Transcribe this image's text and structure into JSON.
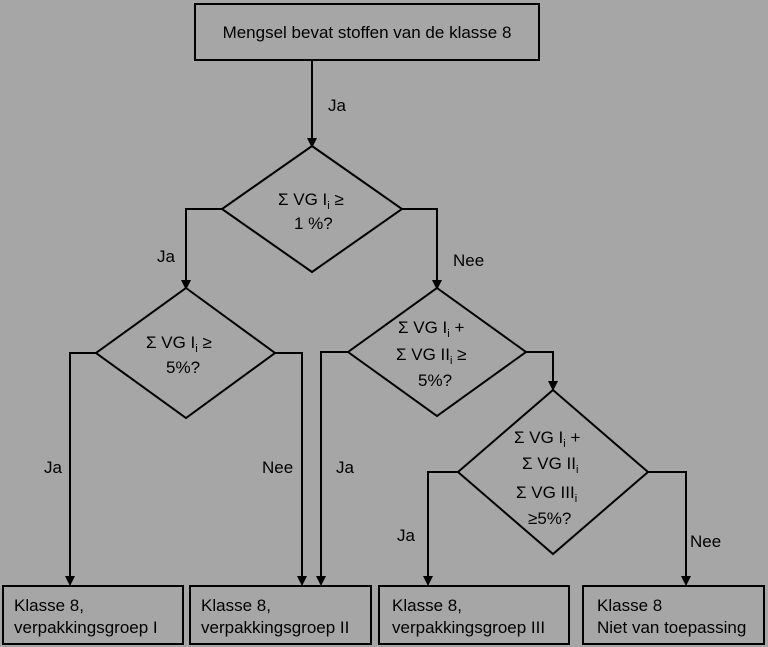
{
  "start": "Mengsel bevat stoffen van de klasse 8",
  "sym": {
    "sigma": "Σ",
    "geq": "≥",
    "plus": "+",
    "sub_i": "i"
  },
  "q1": {
    "vg": "VG I",
    "line2": "1 %?"
  },
  "q2": {
    "vg": "VG I",
    "line2": "5%?"
  },
  "q3": {
    "vg1": "VG I",
    "vg2": "VG II",
    "line3": "5%?"
  },
  "q4": {
    "vg1": "VG I",
    "vg2": "VG II",
    "vg3": "VG III",
    "line4": "5%?"
  },
  "edges": {
    "e0": "Ja",
    "e1_yes": "Ja",
    "e1_no": "Nee",
    "e2_yes": "Ja",
    "e2_no": "Nee",
    "e3_yes": "Ja",
    "e4_yes": "Ja",
    "e4_no": "Nee"
  },
  "results": {
    "r1": {
      "line1": "Klasse 8,",
      "line2": "verpakkingsgroep I"
    },
    "r2": {
      "line1": "Klasse 8,",
      "line2": "verpakkingsgroep II"
    },
    "r3": {
      "line1": "Klasse 8,",
      "line2": "verpakkingsgroep III"
    },
    "r4": {
      "line1": "Klasse 8",
      "line2": "Niet van toepassing"
    }
  }
}
